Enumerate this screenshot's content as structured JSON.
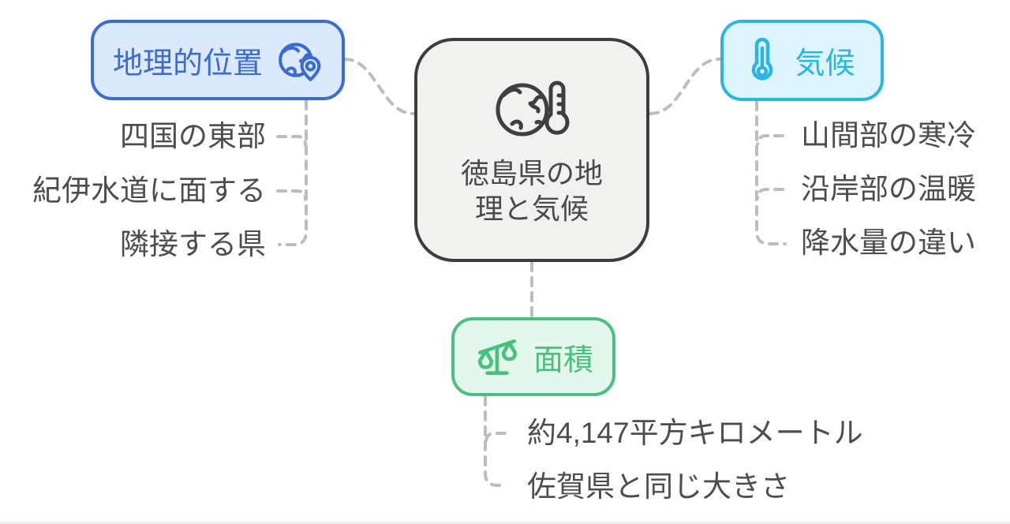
{
  "diagram": {
    "center": {
      "label": "徳島県の地理と気候",
      "icon": "globe-thermometer-icon",
      "border_color": "#3d3d3d",
      "fill_color": "#f1f1f0",
      "text_color": "#4a4a4a"
    },
    "branches": [
      {
        "label": "地理的位置",
        "icon": "globe-pin-icon",
        "accent_color": "#3b6cd4",
        "fill_color": "#dce8fb",
        "children": [
          "四国の東部",
          "紀伊水道に面する",
          "隣接する県"
        ]
      },
      {
        "label": "気候",
        "icon": "thermometer-icon",
        "accent_color": "#29b6e4",
        "fill_color": "#ddf4fc",
        "children": [
          "山間部の寒冷",
          "沿岸部の温暖",
          "降水量の違い"
        ]
      },
      {
        "label": "面積",
        "icon": "scale-icon",
        "accent_color": "#48c17e",
        "fill_color": "#e5f7ed",
        "children": [
          "約4,147平方キロメートル",
          "佐賀県と同じ大きさ"
        ]
      }
    ],
    "connector_color": "#bdbdbd",
    "child_text_color": "#4d4d4d",
    "background_color": "#ffffff"
  }
}
